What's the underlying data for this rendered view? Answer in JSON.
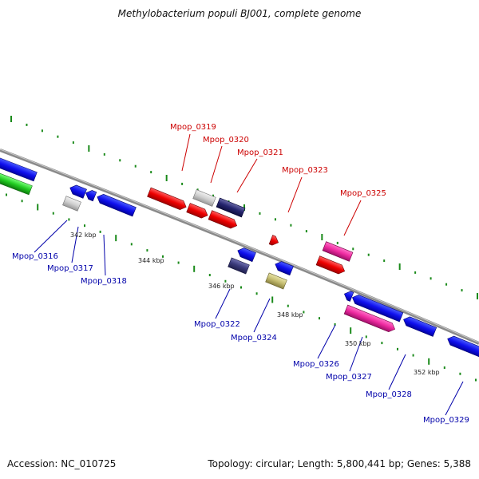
{
  "title": "Methylobacterium populi BJ001, complete genome",
  "footer": {
    "accession": "Accession: NC_010725",
    "summary": "Topology: circular; Length: 5,800,441 bp; Genes: 5,388"
  },
  "colors": {
    "top_label": "#cc0000",
    "bottom_label": "#0000aa",
    "backbone": "#8a8a8a",
    "tick": "#1a8a1a"
  },
  "scale_labels": [
    "342 kbp",
    "344 kbp",
    "346 kbp",
    "348 kbp",
    "350 kbp",
    "352 kbp"
  ],
  "genes": [
    {
      "id": "Mpop_0316",
      "strand": "minus",
      "color": "blue"
    },
    {
      "id": "Mpop_0317",
      "strand": "minus",
      "color": "grey"
    },
    {
      "id": "Mpop_0318",
      "strand": "minus",
      "color": "blue"
    },
    {
      "id": "Mpop_0319",
      "strand": "plus",
      "color": "red"
    },
    {
      "id": "Mpop_0320",
      "strand": "plus",
      "color": "grey"
    },
    {
      "id": "Mpop_0321",
      "strand": "plus",
      "color": "navy"
    },
    {
      "id": "Mpop_0322",
      "strand": "minus",
      "color": "slate"
    },
    {
      "id": "Mpop_0323",
      "strand": "plus",
      "color": "red"
    },
    {
      "id": "Mpop_0324",
      "strand": "minus",
      "color": "khaki"
    },
    {
      "id": "Mpop_0325",
      "strand": "plus",
      "color": "pink"
    },
    {
      "id": "Mpop_0326",
      "strand": "minus",
      "color": "blue"
    },
    {
      "id": "Mpop_0327",
      "strand": "minus",
      "color": "pink"
    },
    {
      "id": "Mpop_0328",
      "strand": "minus",
      "color": "blue"
    },
    {
      "id": "Mpop_0329",
      "strand": "minus",
      "color": "blue"
    }
  ]
}
